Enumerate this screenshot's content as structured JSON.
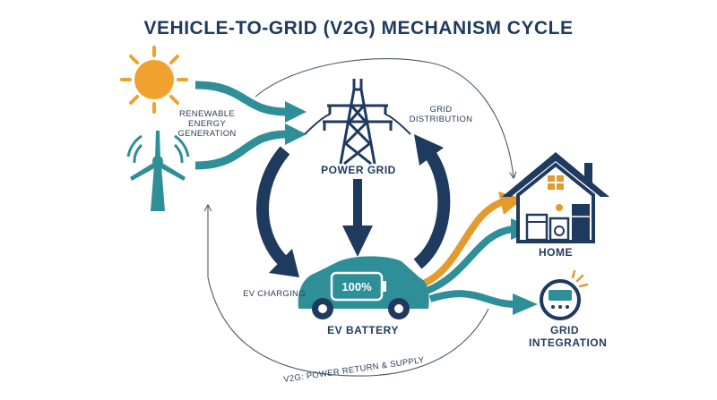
{
  "title": "VEHICLE-TO-GRID (V2G) MECHANISM CYCLE",
  "labels": {
    "renewable": "RENEWABLE\nENERGY\nGENERATION",
    "grid_distribution": "GRID\nDISTRIBUTION",
    "power_grid": "POWER GRID",
    "home": "HOME",
    "ev_charging": "EV CHARGING",
    "ev_battery": "EV BATTERY",
    "battery_level": "100%",
    "grid_integration": "GRID\nINTEGRATION",
    "v2g_return": "V2G: POWER RETURN & SUPPLY"
  },
  "colors": {
    "navy": "#1f3a5f",
    "teal": "#2e8f98",
    "orange": "#e39a2f",
    "sun": "#f0a12e"
  },
  "icons": [
    "sun-icon",
    "wind-turbine-icon",
    "power-tower-icon",
    "house-icon",
    "car-icon",
    "grid-meter-icon"
  ]
}
